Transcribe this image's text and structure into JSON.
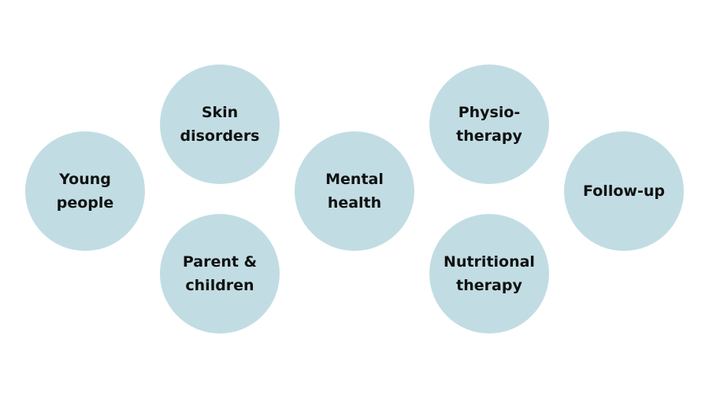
{
  "colors": {
    "circle_fill": "#c1dde3",
    "text": "#111111",
    "background": "#ffffff"
  },
  "nodes": {
    "young_people": {
      "lines": [
        "Young",
        "people"
      ]
    },
    "skin_disorders": {
      "lines": [
        "Skin",
        "disorders"
      ]
    },
    "parent_children": {
      "lines": [
        "Parent &",
        "children"
      ]
    },
    "mental_health": {
      "lines": [
        "Mental",
        "health"
      ]
    },
    "physiotherapy": {
      "lines": [
        "Physio-",
        "therapy"
      ]
    },
    "nutritional_therapy": {
      "lines": [
        "Nutritional",
        "therapy"
      ]
    },
    "follow_up": {
      "lines": [
        "Follow-up"
      ]
    }
  }
}
